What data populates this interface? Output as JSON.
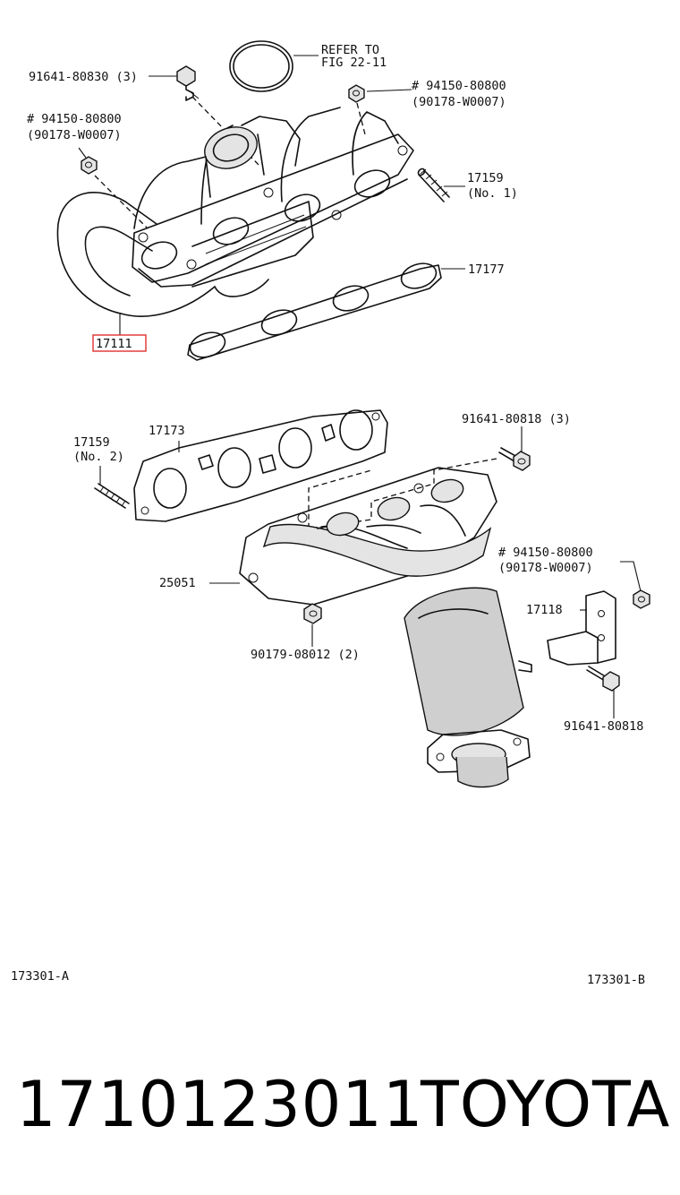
{
  "labels": {
    "refer_fig": "REFER TO\nFIG 22-11",
    "bolt_top": "91641-80830 (3)",
    "nut_top_right": "# 94150-80800\n(90178-W0007)",
    "nut_top_left": "# 94150-80800\n(90178-W0007)",
    "stud_no1": "17159\n(No. 1)",
    "gasket_17177": "17177",
    "manifold_17111": "17111",
    "stud_no2": "17159\n(No. 2)",
    "gasket_17173": "17173",
    "bolt_mid": "91641-80818 (3)",
    "nut_mid_right": "# 94150-80800\n(90178-W0007)",
    "gasket_25051": "25051",
    "bracket_17118": "17118",
    "nut_bottom": "90179-08012 (2)",
    "bolt_bottom": "91641-80818",
    "code_left": "173301-A",
    "code_right": "173301-B"
  },
  "footer": {
    "part_number": "1710123011",
    "brand": "TOYOTA"
  },
  "highlight_color": "#e03030"
}
